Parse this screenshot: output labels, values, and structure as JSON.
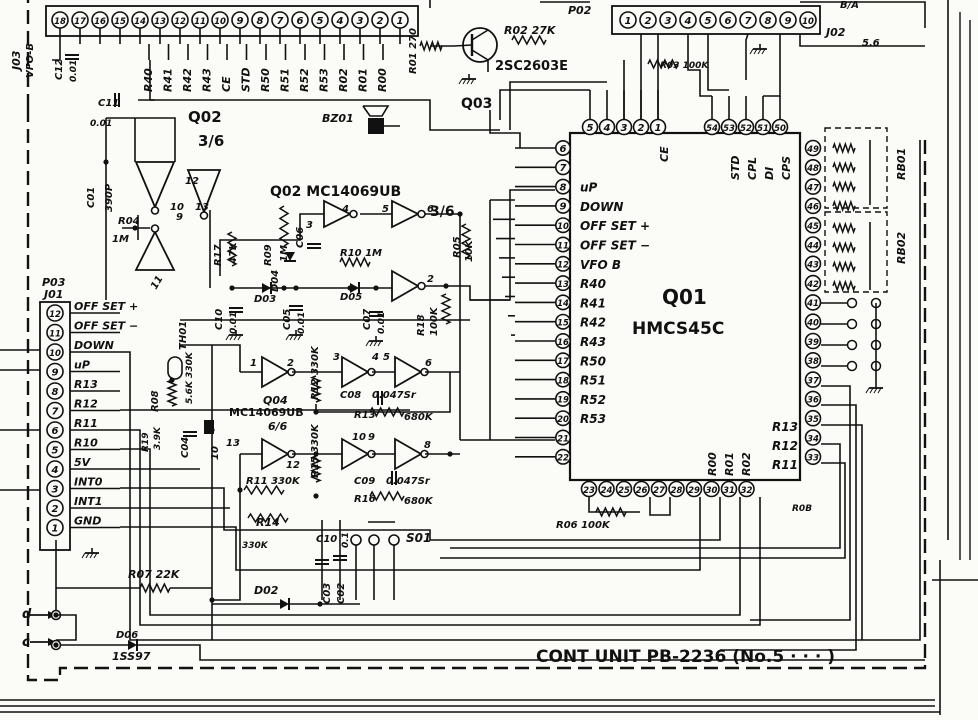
{
  "schematic": {
    "footer_title": "CONT UNIT  PB-2236  (No.5 · · · )",
    "ic_main": {
      "ref": "Q01",
      "part": "HMCS45C",
      "left_pins": [
        {
          "n": "6",
          "name": ""
        },
        {
          "n": "7",
          "name": ""
        },
        {
          "n": "8",
          "name": "uP"
        },
        {
          "n": "9",
          "name": "DOWN"
        },
        {
          "n": "10",
          "name": "OFF SET +"
        },
        {
          "n": "11",
          "name": "OFF SET −"
        },
        {
          "n": "12",
          "name": "VFO B"
        },
        {
          "n": "13",
          "name": "R40"
        },
        {
          "n": "14",
          "name": "R41"
        },
        {
          "n": "15",
          "name": "R42"
        },
        {
          "n": "16",
          "name": "R43"
        },
        {
          "n": "17",
          "name": "R50"
        },
        {
          "n": "18",
          "name": "R51"
        },
        {
          "n": "19",
          "name": "R52"
        },
        {
          "n": "20",
          "name": "R53"
        },
        {
          "n": "21",
          "name": ""
        },
        {
          "n": "22",
          "name": ""
        }
      ],
      "top_pins": [
        "5",
        "4",
        "3",
        "2",
        "1"
      ],
      "top_right_pins": [
        "54",
        "53",
        "52",
        "51",
        "50"
      ],
      "top_labels": [
        "CE",
        "STD",
        "CPL",
        "DI",
        "CPS"
      ],
      "right_pins": [
        "49",
        "48",
        "47",
        "46",
        "45",
        "44",
        "43",
        "42",
        "41",
        "40",
        "39",
        "38",
        "37",
        "36",
        "35",
        "34",
        "33"
      ],
      "right_labels": [
        "R13",
        "R12",
        "R11"
      ],
      "bottom_pins": [
        "23",
        "24",
        "25",
        "26",
        "27",
        "28",
        "29",
        "30",
        "31",
        "32"
      ],
      "bottom_labels": [
        "R00",
        "R01",
        "R02"
      ]
    },
    "connector_top_left": {
      "pins": [
        "18",
        "17",
        "16",
        "15",
        "14",
        "13",
        "12",
        "11",
        "10",
        "9",
        "8",
        "7",
        "6",
        "5",
        "4",
        "3",
        "2",
        "1"
      ],
      "ref": "J03",
      "sub": "VFO-B",
      "signals": [
        "R40",
        "R41",
        "R42",
        "R43",
        "CE",
        "STD",
        "R50",
        "R51",
        "R52",
        "R53",
        "R02",
        "R01",
        "R00"
      ]
    },
    "connector_top_right": {
      "ref": "P02",
      "ref2": "J02",
      "pins": [
        "1",
        "2",
        "3",
        "4",
        "5",
        "6",
        "7",
        "8",
        "9",
        "10"
      ],
      "top_right": "B/A",
      "val": "5.6"
    },
    "connector_left": {
      "ref": "P03",
      "ref2": "J01",
      "pins": [
        "12",
        "11",
        "10",
        "9",
        "8",
        "7",
        "6",
        "5",
        "4",
        "3",
        "2",
        "1"
      ],
      "signals": [
        "OFF SET +",
        "OFF SET −",
        "DOWN",
        "uP",
        "R13",
        "R12",
        "R11",
        "R10",
        "5V",
        "INT0",
        "INT1",
        "GND"
      ]
    },
    "labels": {
      "q02a": "Q02",
      "q02a_sub": "3/6",
      "q02b": "Q02  MC14069UB",
      "q02b_sub": "3/6",
      "q03": "Q03",
      "q03_part": "2SC2603E",
      "q04": "Q04",
      "q04_part": "MC14069UB",
      "q04_sub": "6/6",
      "bz01": "BZ01",
      "th01": "TH01",
      "r02": "R02 27K",
      "r01": "R01 270",
      "r03": "R03 100K",
      "c11": "C11",
      "c11v": "0.01",
      "c12": "C12",
      "c12v": "0.01",
      "c01": "C01",
      "c01v": "390P",
      "r04": "R04",
      "r04v": "1M",
      "r17": "R17",
      "r17v": "47K",
      "r09": "R09",
      "r09v": "1M",
      "c06": "C06",
      "d04": "D04",
      "r10": "R10 1M",
      "r05": "R05",
      "r05v": "10K",
      "d03": "D03",
      "c10": "C10",
      "c10v": "0.01",
      "c05": "C05",
      "c05v": "0.01",
      "d05": "D05",
      "c07": "C07",
      "c07v": "0.01",
      "r18": "R18",
      "r18v": "100K",
      "r08": "R08",
      "r08v": "5.6K 330K",
      "r19": "R19",
      "r19v": "3.9K",
      "c04": "C04",
      "r12": "R12 330K",
      "c08": "C08",
      "c08v": "0.047Sr",
      "r13": "R13",
      "r13v": "680K",
      "r15": "R15 330K",
      "c09": "C09",
      "c09v": "0.047Sr",
      "r16": "R16",
      "r16v": "680K",
      "r11": "R11 330K",
      "r14": "R14",
      "r14v": "330K",
      "c03": "C03",
      "c02": "C02",
      "s01": "S01",
      "d02": "D02",
      "r07": "R07 22K",
      "d06": "D06",
      "d06v": "1SS97",
      "r06": "R06 100K",
      "r0b": "R0B",
      "rb01": "RB01",
      "rb02": "RB02",
      "node_d": "d",
      "node_c": "c",
      "inv_pins": [
        "12",
        "13",
        "4",
        "3",
        "5",
        "6",
        "1",
        "2",
        "3",
        "4",
        "5",
        "6",
        "13",
        "12",
        "10",
        "9",
        "8",
        "11",
        "10",
        "9"
      ]
    }
  }
}
